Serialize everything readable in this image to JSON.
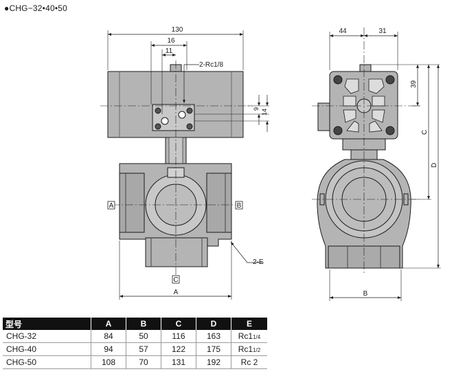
{
  "header": {
    "title": "●CHG−32•40•50"
  },
  "dims": {
    "d130": "130",
    "d16": "16",
    "d11": "11",
    "port_label": "2-Rc1/8",
    "d9": "9",
    "d14": "14",
    "d44": "44",
    "d31": "31",
    "d39": "39",
    "dimC": "C",
    "dimD": "D",
    "dimA": "A",
    "dimB": "B",
    "port_e": "2-E",
    "marker_a": "A",
    "marker_b": "B",
    "marker_c": "C"
  },
  "table": {
    "headers": [
      "型号",
      "A",
      "B",
      "C",
      "D",
      "E"
    ],
    "rows": [
      [
        "CHG-32",
        "84",
        "50",
        "116",
        "163",
        "Rc1",
        "1/4"
      ],
      [
        "CHG-40",
        "94",
        "57",
        "122",
        "175",
        "Rc1",
        "1/2"
      ],
      [
        "CHG-50",
        "108",
        "70",
        "131",
        "192",
        "Rc 2",
        ""
      ]
    ]
  },
  "colors": {
    "body_gray": "#b4b4b4",
    "light_gray": "#d2d2d2",
    "line": "#1a1a1a"
  }
}
